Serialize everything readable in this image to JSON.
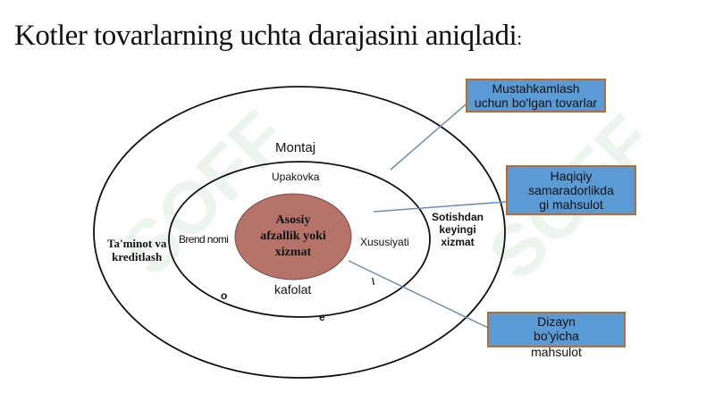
{
  "title": "Kotler tovarlarning uchta darajasini aniqladi",
  "title_colon": ":",
  "watermark": "SOFF",
  "rings": {
    "outer": {
      "left_text_1": "Ta'minot va",
      "left_text_2": "kreditlash",
      "right_text_1": "Sotishdan",
      "right_text_2": "keyingi",
      "right_text_3": "xizmat",
      "bottom_letter_o": "o",
      "bottom_letter_e": "e",
      "bottom_letter_i": "\\"
    },
    "middle": {
      "top_text": "Montaj",
      "upakovka": "Upakovka",
      "brend": "Brend nomi",
      "xususiyati": "Xususiyati",
      "kafolat": "kafolat"
    },
    "core": {
      "line1": "Asosiy",
      "line2": "afzallik yoki",
      "line3": "xizmat"
    }
  },
  "callouts": {
    "top_line1": "Mustahkamlash",
    "top_line2": "uchun bo'lgan tovarlar",
    "mid_line1": "Haqiqiy",
    "mid_line2": "samaradorlikda",
    "mid_line3": "gi mahsulot",
    "bot_line1": "Dizayn",
    "bot_line2": "bo'yicha",
    "bot_line3": "mahsulot"
  },
  "colors": {
    "core_fill": "#b5736a",
    "callout_fill": "#5b9bd5",
    "callout_border": "#c0692a",
    "leader_line": "#6a8fb8",
    "watermark": "#cfe9d6"
  }
}
